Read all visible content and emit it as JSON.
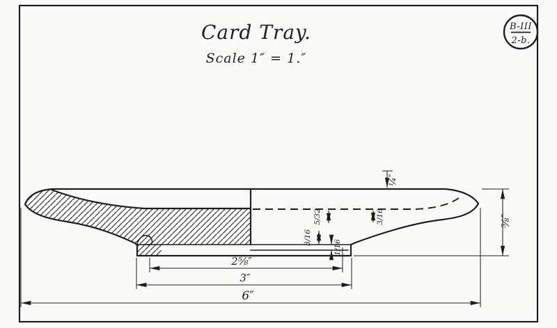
{
  "colors": {
    "paper": "#fbfaf6",
    "ink": "#1e1e1e"
  },
  "header": {
    "title": "Card Tray.",
    "scale": "Scale 1″ = 1.″"
  },
  "badge": {
    "top": "B-III",
    "bottom": "2-b."
  },
  "dimensions": {
    "overall_width": "6″",
    "base_width": "3″",
    "recess_width": "2⅝″",
    "overall_height": "⅝″",
    "rim_height": "¼″",
    "wall_thickness_right": "3/16",
    "thickness_a": "5/32",
    "thickness_b": "3/16",
    "foot_height": "1/16"
  }
}
